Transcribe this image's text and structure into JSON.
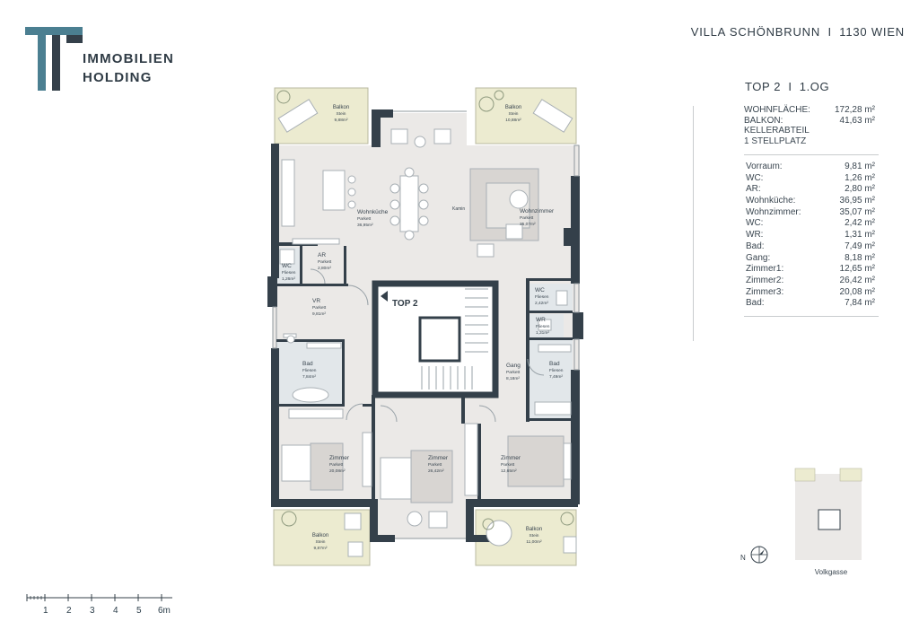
{
  "brand": {
    "line1": "IMMOBILIEN",
    "line2": "HOLDING",
    "accent_color": "#4b7f91",
    "dark_color": "#34404a"
  },
  "project": {
    "title": "VILLA SCHÖNBRUNN",
    "separator": "I",
    "location": "1130 WIEN"
  },
  "unit": {
    "name": "TOP 2",
    "separator": "I",
    "floor": "1.OG"
  },
  "summary": [
    {
      "label": "WOHNFLÄCHE:",
      "value": "172,28 m²"
    },
    {
      "label": "BALKON:",
      "value": "41,63 m²"
    },
    {
      "label": "KELLERABTEIL",
      "value": ""
    },
    {
      "label": "1 STELLPLATZ",
      "value": ""
    }
  ],
  "rooms": [
    {
      "label": "Vorraum:",
      "value": "9,81 m²"
    },
    {
      "label": "WC:",
      "value": "1,26 m²"
    },
    {
      "label": "AR:",
      "value": "2,80 m²"
    },
    {
      "label": "Wohnküche:",
      "value": "36,95 m²"
    },
    {
      "label": "Wohnzimmer:",
      "value": "35,07 m²"
    },
    {
      "label": "WC:",
      "value": "2,42 m²"
    },
    {
      "label": "WR:",
      "value": "1,31 m²"
    },
    {
      "label": "Bad:",
      "value": "7,49 m²"
    },
    {
      "label": "Gang:",
      "value": "8,18 m²"
    },
    {
      "label": "Zimmer1:",
      "value": "12,65 m²"
    },
    {
      "label": "Zimmer2:",
      "value": "26,42 m²"
    },
    {
      "label": "Zimmer3:",
      "value": "20,08 m²"
    },
    {
      "label": "Bad:",
      "value": "7,84 m²"
    }
  ],
  "plan": {
    "top_label": "TOP 2",
    "wall_color": "#34404a",
    "floor_color": "#ebe9e7",
    "balcony_color": "#ecebd0",
    "labels": {
      "balkon_tl": [
        "Balkon",
        "Stein",
        "9,88m²"
      ],
      "balkon_tr": [
        "Balkon",
        "Stein",
        "10,88m²"
      ],
      "balkon_bl": [
        "Balkon",
        "Stein",
        "9,87m²"
      ],
      "balkon_br": [
        "Balkon",
        "Stein",
        "11,00m²"
      ],
      "wohnkueche": [
        "Wohnküche",
        "Parkett",
        "36,95m²"
      ],
      "kamin": [
        "Kamin"
      ],
      "wohnzimmer": [
        "Wohnzimmer",
        "Parkett",
        "35,07m²"
      ],
      "ar": [
        "AR",
        "Parkett",
        "2,80m²"
      ],
      "wc_left": [
        "WC",
        "Fliesen",
        "1,26m²"
      ],
      "vr": [
        "VR",
        "Parkett",
        "9,81m²"
      ],
      "bad_left": [
        "Bad",
        "Fliesen",
        "7,84m²"
      ],
      "wc_right": [
        "WC",
        "Fliesen",
        "2,42m²"
      ],
      "wr": [
        "WR",
        "Fliesen",
        "1,31m²"
      ],
      "gang": [
        "Gang",
        "Parkett",
        "8,18m²"
      ],
      "bad_right": [
        "Bad",
        "Fliesen",
        "7,49m²"
      ],
      "zimmer_left": [
        "Zimmer",
        "Parkett",
        "20,08m²"
      ],
      "zimmer_mid": [
        "Zimmer",
        "Parkett",
        "26,42m²"
      ],
      "zimmer_right": [
        "Zimmer",
        "Parkett",
        "12,65m²"
      ]
    }
  },
  "compass": {
    "label": "N"
  },
  "site_plan": {
    "street_label": "Volkgasse"
  },
  "scale_bar": {
    "ticks": [
      "1",
      "2",
      "3",
      "4",
      "5",
      "6m"
    ]
  }
}
